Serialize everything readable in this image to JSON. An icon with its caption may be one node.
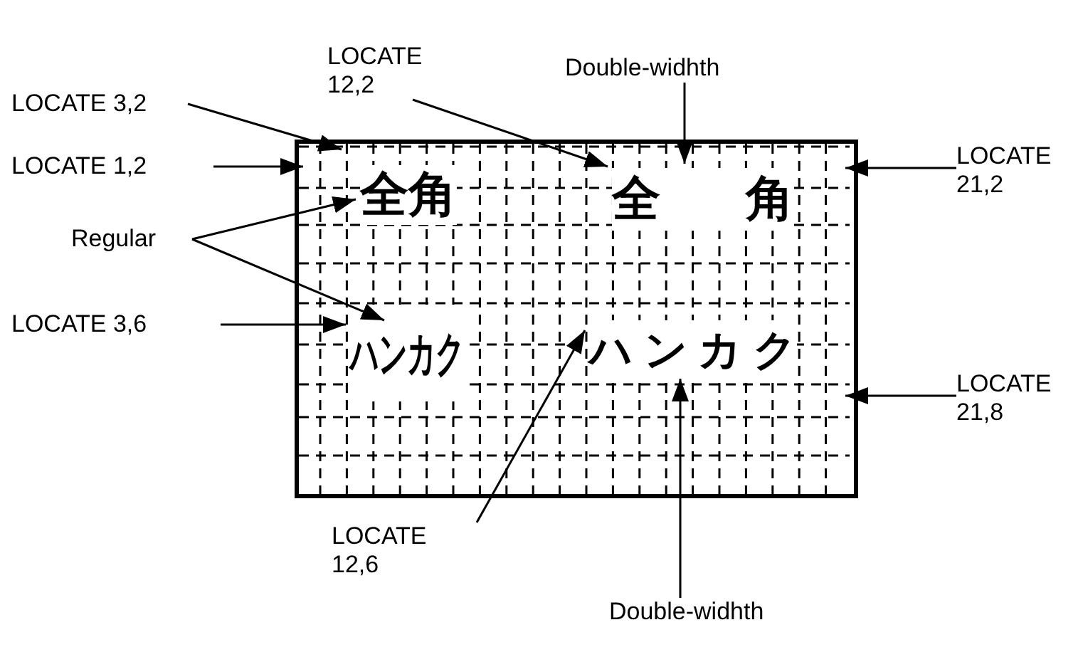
{
  "diagram": {
    "nodes": [
      {
        "text": [],
        "shape": "box"
      },
      {
        "text": [
          "全角"
        ],
        "in": 0
      },
      {
        "text": [
          "全角"
        ],
        "in": 0
      },
      {
        "text": [
          "ハンカク"
        ],
        "in": 0
      },
      {
        "text": [
          "ハンカク"
        ],
        "in": 0
      },
      {
        "text": [
          "LOCATE 3,2"
        ]
      },
      {
        "text": [
          "LOCATE 1,2"
        ]
      },
      {
        "text": [
          "Regular"
        ]
      },
      {
        "text": [
          "LOCATE 3,6"
        ]
      },
      {
        "text": [
          "LOCATE 12,2"
        ]
      },
      {
        "text": [
          "Double-widhth"
        ]
      },
      {
        "text": [
          "LOCATE 21,2"
        ]
      },
      {
        "text": [
          "LOCATE 21,8"
        ]
      },
      {
        "text": [
          "LOCATE 12,6"
        ]
      },
      {
        "text": [
          "Double-widhth"
        ]
      }
    ],
    "edges": [
      {
        "from": 5,
        "to": 0,
        "arrow": "to"
      },
      {
        "from": 6,
        "to": 0,
        "arrow": "to"
      },
      {
        "from": 7,
        "to": 1,
        "arrow": "to"
      },
      {
        "from": 7,
        "to": 3,
        "arrow": "to"
      },
      {
        "from": 8,
        "to": 3,
        "arrow": "to"
      },
      {
        "from": 9,
        "to": 2,
        "arrow": "to"
      },
      {
        "from": 10,
        "to": 2,
        "arrow": "to"
      },
      {
        "from": 11,
        "to": 0,
        "arrow": "to"
      },
      {
        "from": 12,
        "to": 0,
        "arrow": "to"
      },
      {
        "from": 13,
        "to": 4,
        "arrow": "to"
      },
      {
        "from": 14,
        "to": 4,
        "arrow": "to"
      }
    ]
  }
}
